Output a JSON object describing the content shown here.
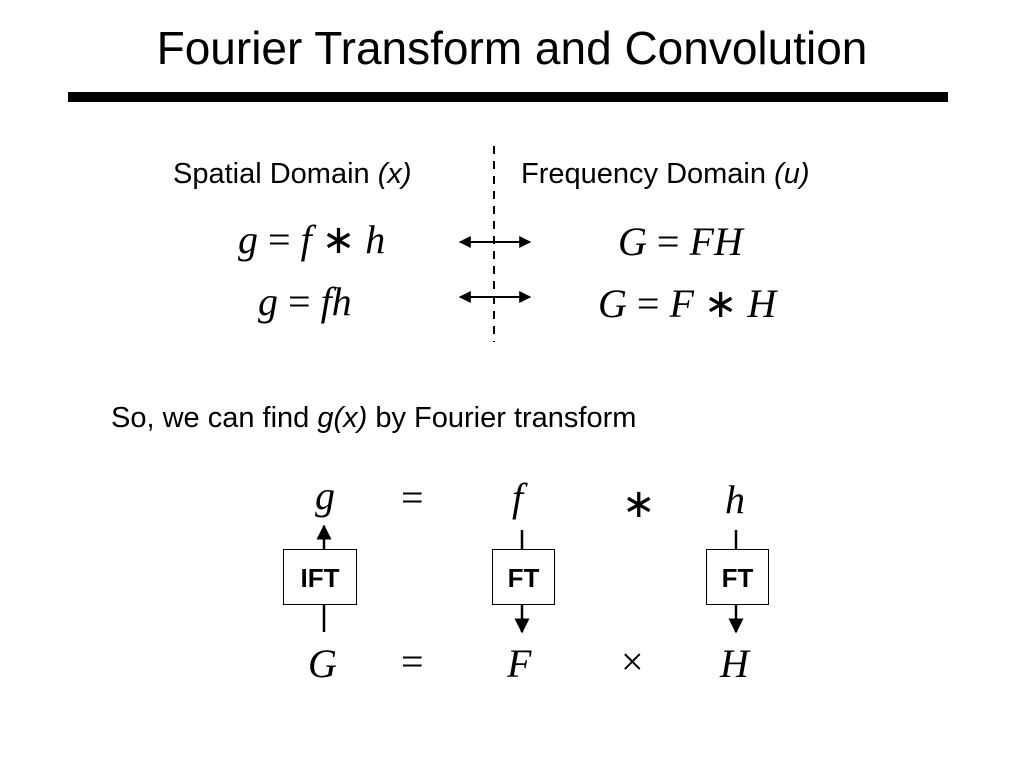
{
  "title": "Fourier Transform and Convolution",
  "domains": {
    "spatial_label": "Spatial Domain",
    "spatial_var": "(x)",
    "frequency_label": "Frequency Domain",
    "frequency_var": "(u)"
  },
  "equations": {
    "row1_spatial": [
      "g",
      "=",
      "f",
      "∗",
      "h"
    ],
    "row1_freq": [
      "G",
      "=",
      "FH"
    ],
    "row2_spatial": [
      "g",
      "=",
      "fh"
    ],
    "row2_freq": [
      "G",
      "=",
      "F",
      "∗",
      "H"
    ]
  },
  "statement": {
    "prefix": "So, we can find ",
    "var": "g(x)",
    "suffix": " by Fourier transform"
  },
  "diagram": {
    "top": [
      "g",
      "=",
      "f",
      "∗",
      "h"
    ],
    "bottom": [
      "G",
      "=",
      "F",
      "×",
      "H"
    ],
    "boxes": [
      "IFT",
      "FT",
      "FT"
    ]
  }
}
